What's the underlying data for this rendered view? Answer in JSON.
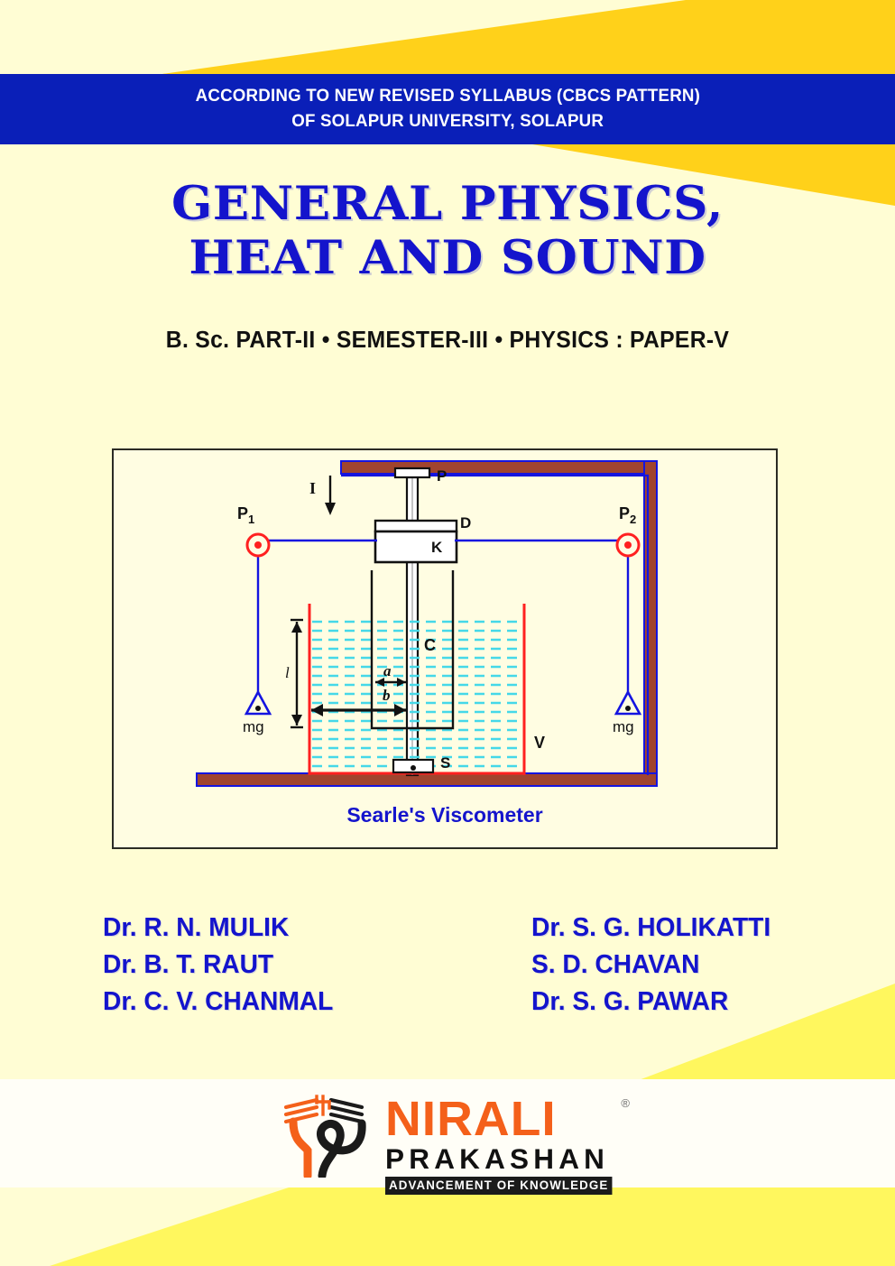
{
  "palette": {
    "background_cream": "#FFFDD4",
    "gold": "#FFD11A",
    "light_yellow": "#FFF75E",
    "banner_blue": "#0A1FB8",
    "title_blue": "#1414CC",
    "logo_orange": "#F4601A",
    "diagram_brown": "#A0442E",
    "diagram_red": "#FF2020",
    "diagram_cyan": "#45D8E8",
    "diagram_blue": "#1414E0",
    "black": "#111111"
  },
  "banner": {
    "line1": "ACCORDING TO NEW REVISED SYLLABUS (CBCS PATTERN)",
    "line2": "OF SOLAPUR UNIVERSITY, SOLAPUR"
  },
  "title": {
    "line1": "GENERAL PHYSICS,",
    "line2": "HEAT AND SOUND"
  },
  "subtitle": "B. Sc. PART-II • SEMESTER-III • PHYSICS : PAPER-V",
  "diagram": {
    "caption": "Searle's Viscometer",
    "labels": {
      "pulley_left": "P",
      "pulley_left_sub": "1",
      "pulley_right": "P",
      "pulley_right_sub": "2",
      "top_pulley": "P",
      "drum": "D",
      "drum_inner": "K",
      "current": "I",
      "cylinder": "C",
      "vessel": "V",
      "support": "S",
      "gap_a": "a",
      "gap_b": "b",
      "length": "l",
      "weight_left": "mg",
      "weight_right": "mg"
    }
  },
  "authors": {
    "left": [
      "Dr. R. N. MULIK",
      "Dr. B. T. RAUT",
      "Dr. C. V. CHANMAL"
    ],
    "right": [
      "Dr. S. G. HOLIKATTI",
      "S. D. CHAVAN",
      "Dr. S. G. PAWAR"
    ]
  },
  "publisher": {
    "name": "NIRALI",
    "name2": "PRAKASHAN",
    "tagline": "ADVANCEMENT OF KNOWLEDGE",
    "registered_mark": "®"
  }
}
